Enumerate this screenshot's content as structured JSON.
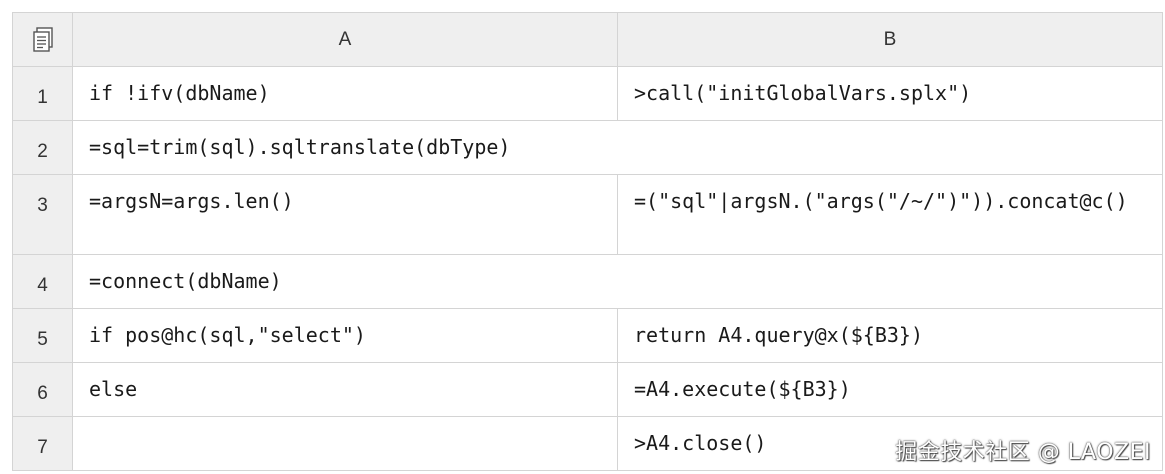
{
  "corner_icon": "sheet-list-icon",
  "columns": [
    "A",
    "B"
  ],
  "rows": [
    {
      "num": "1",
      "a": "if !ifv(dbName)",
      "b": ">call(\"initGlobalVars.splx\")"
    },
    {
      "num": "2",
      "a": "=sql=trim(sql).sqltranslate(dbType)"
    },
    {
      "num": "3",
      "a": "=argsN=args.len()",
      "b": "=(\"sql\"|argsN.(\"args(\"/~/\")\")).concat@c()"
    },
    {
      "num": "4",
      "a": "=connect(dbName)"
    },
    {
      "num": "5",
      "a": "if pos@hc(sql,\"select\")",
      "b": "return A4.query@x(${B3})"
    },
    {
      "num": "6",
      "a": "else",
      "b": "=A4.execute(${B3})"
    },
    {
      "num": "7",
      "a": "",
      "b": ">A4.close()"
    }
  ],
  "watermark": "掘金技术社区 @ LAOZEI"
}
